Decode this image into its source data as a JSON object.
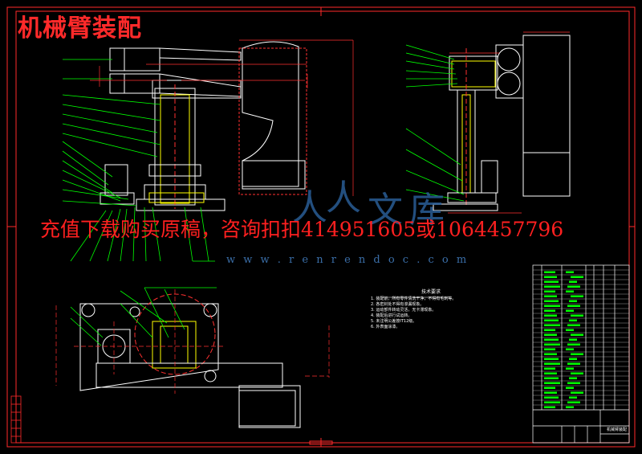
{
  "title": "机械臂装配",
  "promo_text": "充值下载购买原稿，咨询扣扣414951605或1064457796",
  "watermark": {
    "url": "w w w . r e n r e n d o c . c o m",
    "glyphs": [
      "人",
      "人",
      "文",
      "库"
    ]
  },
  "technical_notes": {
    "title": "技术要求",
    "lines": [
      "1. 装配前，所有零件清洗干净，不得有毛刺等。",
      "2. 各密封处不得有渗漏现象。",
      "3. 运动部件转动灵活，无卡滞现象。",
      "4. 装配后进行试运转。",
      "5. 未注明公差按IT12级。",
      "6. 外表面涂漆。"
    ]
  },
  "title_block": {
    "drawing_name": "机械臂装配"
  },
  "colors": {
    "frame": "#ff2a2a",
    "outline": "#ffffff",
    "leader": "#00ff00",
    "section": "#ffff00",
    "center": "#ff3030",
    "dimension": "#ff3030"
  }
}
